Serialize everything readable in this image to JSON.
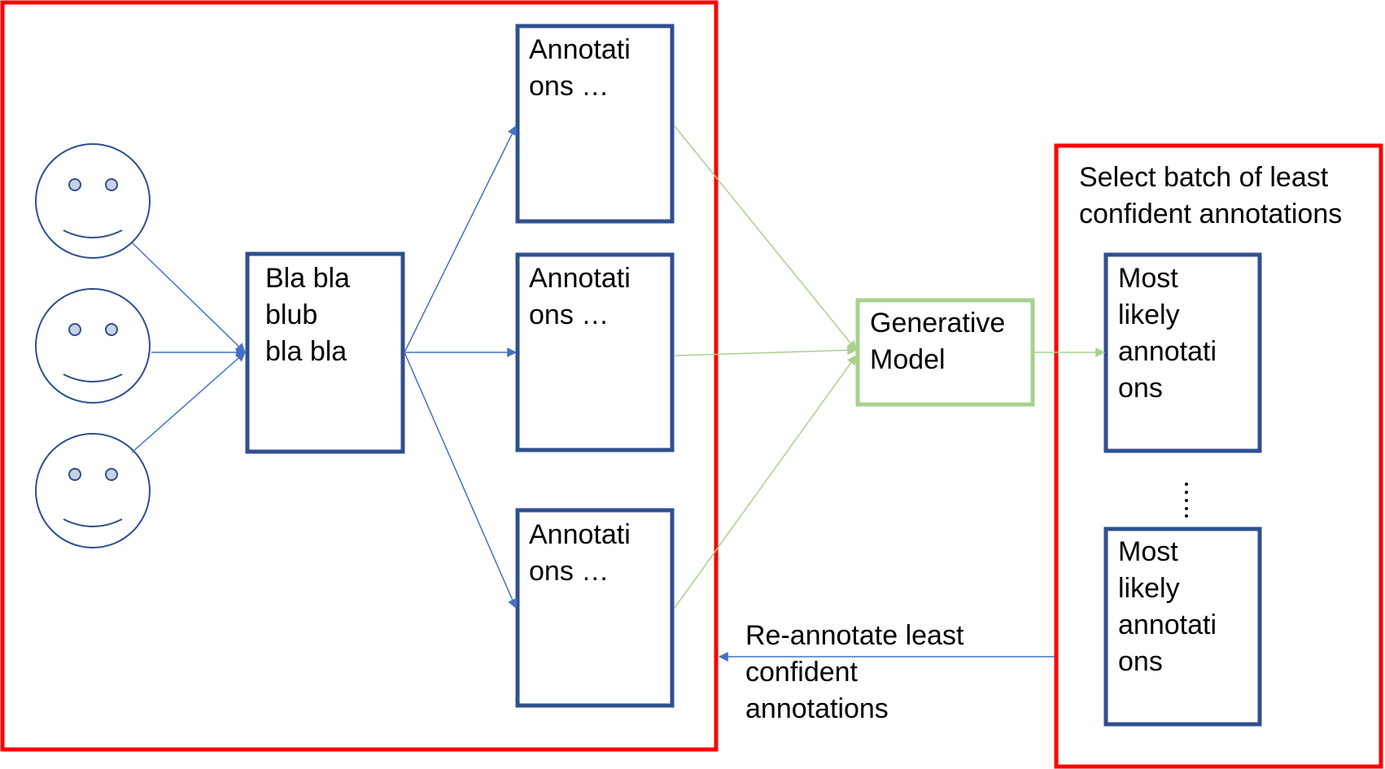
{
  "colors": {
    "frame_red": "#ff0000",
    "box_blue": "#2f4f8f",
    "arrow_blue": "#4472c4",
    "model_green": "#a9d18e",
    "face_fill": "#c9d2e4"
  },
  "icons": [
    "smiley-face-icon",
    "smiley-face-icon",
    "smiley-face-icon",
    "vertical-ellipsis-icon"
  ],
  "source_box": {
    "lines": [
      "Bla bla",
      "blub",
      "bla bla"
    ]
  },
  "annotation_boxes": [
    {
      "lines": [
        "Annotati",
        "ons …"
      ]
    },
    {
      "lines": [
        "Annotati",
        "ons …"
      ]
    },
    {
      "lines": [
        "Annotati",
        "ons …"
      ]
    }
  ],
  "model_box": {
    "lines": [
      "Generative",
      "Model"
    ]
  },
  "selection_panel": {
    "title_lines": [
      "Select batch of least",
      "confident annotations"
    ],
    "result_boxes": [
      {
        "lines": [
          "Most",
          "likely",
          "annotati",
          "ons"
        ]
      },
      {
        "lines": [
          "Most",
          "likely",
          "annotati",
          "ons"
        ]
      }
    ]
  },
  "feedback_label": {
    "lines": [
      "Re-annotate least",
      "confident",
      "annotations"
    ]
  }
}
